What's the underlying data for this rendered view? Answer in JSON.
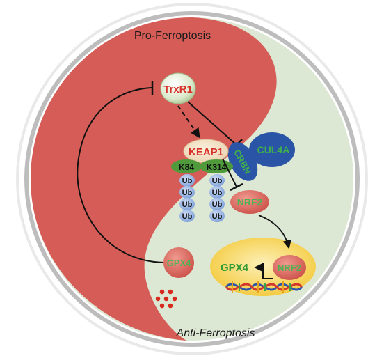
{
  "regions": {
    "pro_label": "Pro-Ferroptosis",
    "anti_label": "Anti-Ferroptosis"
  },
  "nodes": {
    "trxr1": "TrxR1",
    "keap1": "KEAP1",
    "cul4a": "CUL4A",
    "crbn": "CRBN",
    "nrf2": "NRF2",
    "gpx4": "GPX4",
    "k84": "K84",
    "k314": "K314",
    "ub": "Ub"
  },
  "nucleus": {
    "gpx4_gene": "GPX4",
    "nrf2": "NRF2"
  },
  "colors": {
    "pro": "#d65d57",
    "anti": "#dde8d4",
    "nucleus": "#f6d24e",
    "ub": "#8eaee0",
    "k_site": "#4f9a3a",
    "cul4a": "#2a55a6",
    "node_red": "#d9665e",
    "node_green_text": "#2e9a35",
    "node_red_text": "#d7322a"
  },
  "icons": [
    "inhibition-arrow",
    "activation-arrow",
    "dna-helix-icon",
    "iron-dots-icon"
  ]
}
